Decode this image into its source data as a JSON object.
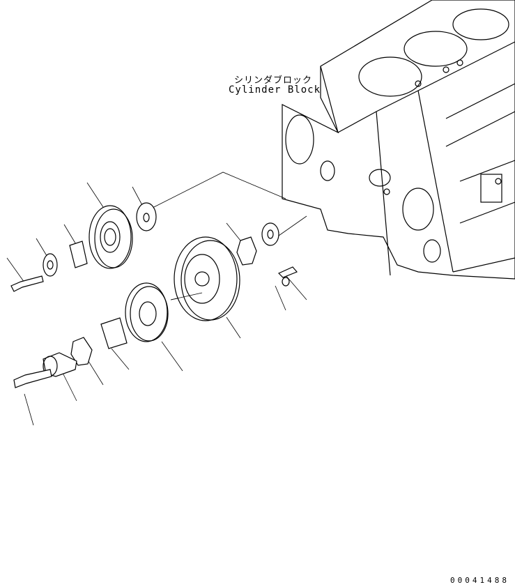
{
  "labels": {
    "part_name_jp": "シリンダブロック",
    "part_name_en": "Cylinder Block",
    "drawing_number": "00041488"
  },
  "colors": {
    "line": "#000000",
    "background": "#ffffff"
  }
}
